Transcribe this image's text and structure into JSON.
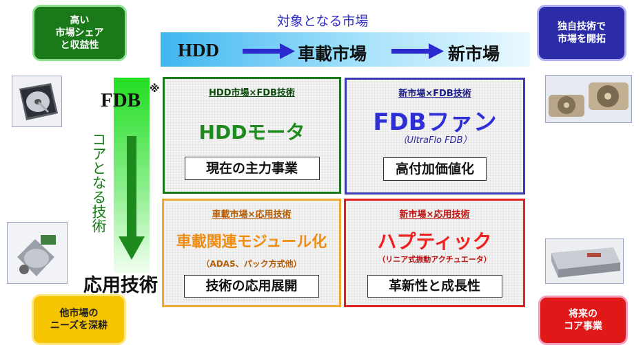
{
  "corners": {
    "top_left": [
      "高い",
      "市場シェア",
      "と収益性"
    ],
    "top_right": [
      "独自技術で",
      "市場を開拓"
    ],
    "bottom_left": [
      "他市場の",
      "ニーズを深耕"
    ],
    "bottom_right": [
      "将来の",
      "コア事業"
    ]
  },
  "markets": {
    "caption": "対象となる市場",
    "hdd": "HDD",
    "automotive": "車載市場",
    "new": "新市場"
  },
  "tech_axis": {
    "fdb": "FDB",
    "footnote_mark": "※",
    "core_label": "コアとなる技術",
    "applied": "応用技術"
  },
  "quadrants": {
    "top_left": {
      "heading": "HDD市場×FDB技術",
      "title": "HDDモータ",
      "box": "現在の主力事業"
    },
    "top_right": {
      "heading": "新市場×FDB技術",
      "title": "FDBファン",
      "subtitle": "（UltraFlo FDB）",
      "box": "高付加価値化"
    },
    "bottom_left": {
      "heading": "車載市場×応用技術",
      "title": "車載関連モジュール化",
      "subtitle": "（ADAS、パック方式他）",
      "box": "技術の応用展開"
    },
    "bottom_right": {
      "heading": "新市場×応用技術",
      "title": "ハプティック",
      "subtitle": "（リニア式振動アクチュエータ）",
      "box": "革新性と成長性"
    }
  },
  "colors": {
    "green": "#1a7a1a",
    "blue": "#2c2ca8",
    "orange": "#f0a830",
    "red": "#e01818",
    "arrow_blue": "#2a2acf"
  }
}
